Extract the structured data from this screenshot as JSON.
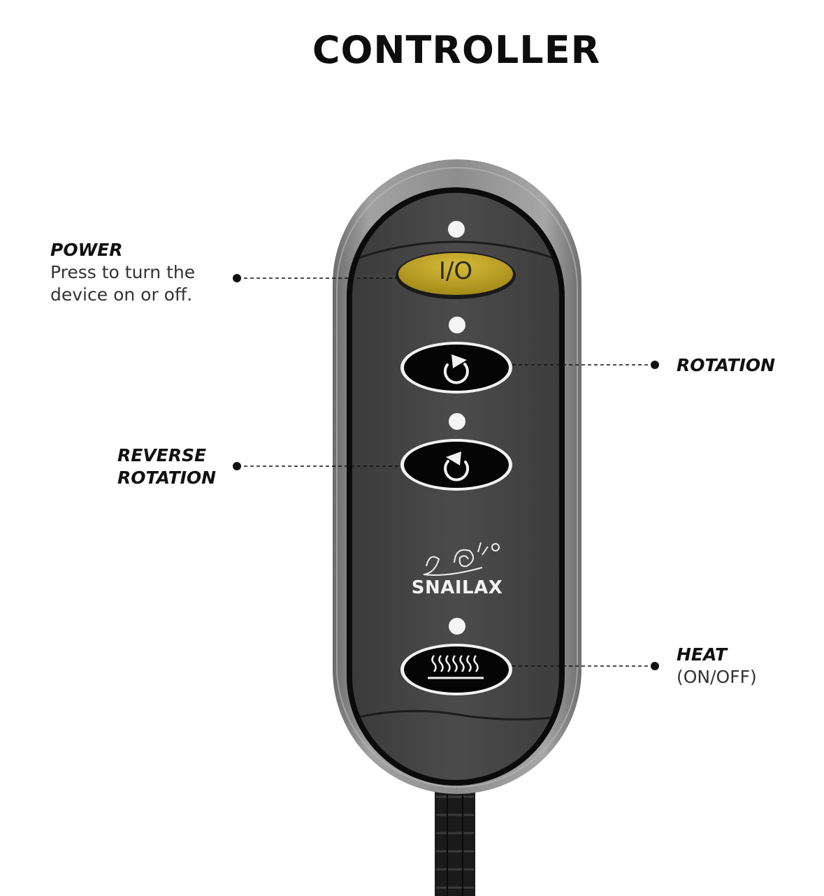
{
  "title": "CONTROLLER",
  "callouts": {
    "power": {
      "label": "POWER",
      "description": "Press to turn the device on or off."
    },
    "rotation": {
      "label": "ROTATION"
    },
    "reverse_rotation": {
      "label": "REVERSE ROTATION"
    },
    "heat": {
      "label": "HEAT",
      "description": "(ON/OFF)"
    }
  },
  "controller": {
    "power_button_label": "I/O",
    "brand": "SNAILAX",
    "icons": {
      "rotation": "clockwise-arrow-icon",
      "reverse_rotation": "counterclockwise-arrow-icon",
      "heat": "heat-waves-icon",
      "logo": "snail-logo-icon"
    },
    "colors": {
      "body": "#464646",
      "rim": "#8a8a8a",
      "power_button": "#b39a1f",
      "buttons": "#050505",
      "indicator_led": "#f5f5f5"
    }
  }
}
